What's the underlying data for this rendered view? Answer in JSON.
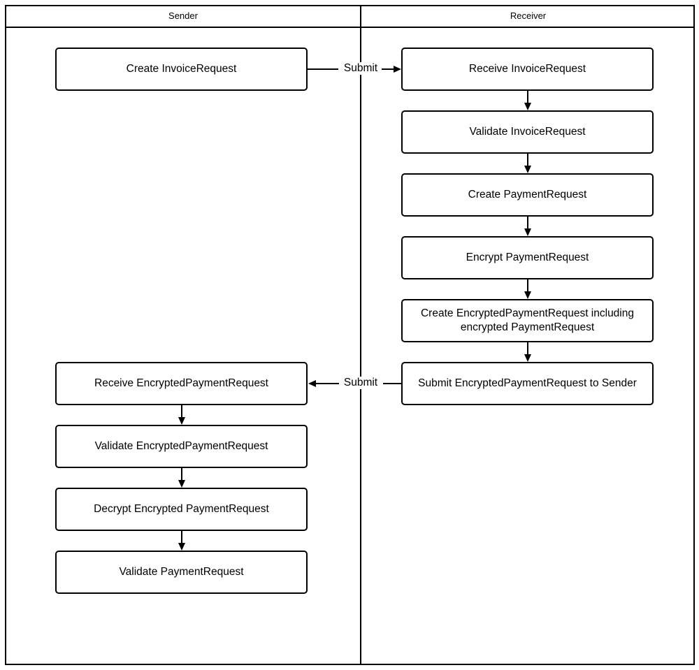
{
  "diagram": {
    "title_present": false,
    "background_color": "#ffffff",
    "stroke_color": "#000000",
    "lanes": [
      {
        "id": "sender",
        "label": "Sender"
      },
      {
        "id": "receiver",
        "label": "Receiver"
      }
    ],
    "nodes": [
      {
        "id": "n1",
        "lane": "sender",
        "label": "Create InvoiceRequest"
      },
      {
        "id": "n2",
        "lane": "receiver",
        "label": "Receive InvoiceRequest"
      },
      {
        "id": "n3",
        "lane": "receiver",
        "label": "Validate InvoiceRequest"
      },
      {
        "id": "n4",
        "lane": "receiver",
        "label": "Create PaymentRequest"
      },
      {
        "id": "n5",
        "lane": "receiver",
        "label": "Encrypt PaymentRequest"
      },
      {
        "id": "n6",
        "lane": "receiver",
        "label": "Create EncryptedPaymentRequest including\nencrypted PaymentRequest"
      },
      {
        "id": "n7",
        "lane": "receiver",
        "label": "Submit EncryptedPaymentRequest to Sender"
      },
      {
        "id": "n8",
        "lane": "sender",
        "label": "Receive EncryptedPaymentRequest"
      },
      {
        "id": "n9",
        "lane": "sender",
        "label": "Validate EncryptedPaymentRequest"
      },
      {
        "id": "n10",
        "lane": "sender",
        "label": "Decrypt Encrypted PaymentRequest"
      },
      {
        "id": "n11",
        "lane": "sender",
        "label": "Validate PaymentRequest"
      }
    ],
    "edges": [
      {
        "id": "e1",
        "from": "n1",
        "to": "n2",
        "label": "Submit",
        "direction": "right"
      },
      {
        "id": "e2",
        "from": "n2",
        "to": "n3",
        "label": "",
        "direction": "down"
      },
      {
        "id": "e3",
        "from": "n3",
        "to": "n4",
        "label": "",
        "direction": "down"
      },
      {
        "id": "e4",
        "from": "n4",
        "to": "n5",
        "label": "",
        "direction": "down"
      },
      {
        "id": "e5",
        "from": "n5",
        "to": "n6",
        "label": "",
        "direction": "down"
      },
      {
        "id": "e6",
        "from": "n6",
        "to": "n7",
        "label": "",
        "direction": "down"
      },
      {
        "id": "e7",
        "from": "n7",
        "to": "n8",
        "label": "Submit",
        "direction": "left"
      },
      {
        "id": "e8",
        "from": "n8",
        "to": "n9",
        "label": "",
        "direction": "down"
      },
      {
        "id": "e9",
        "from": "n9",
        "to": "n10",
        "label": "",
        "direction": "down"
      },
      {
        "id": "e10",
        "from": "n10",
        "to": "n11",
        "label": "",
        "direction": "down"
      }
    ]
  }
}
